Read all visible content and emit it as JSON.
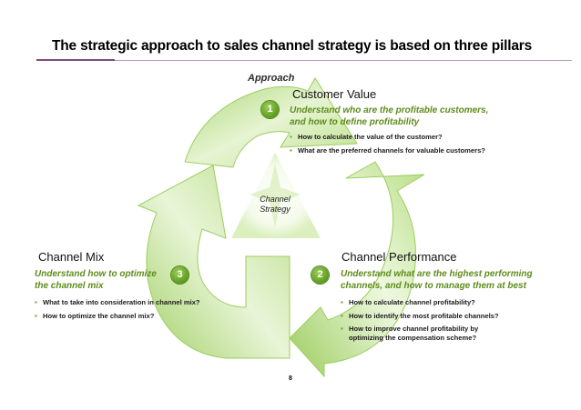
{
  "title": "The strategic approach to sales channel strategy is based on three pillars",
  "approach_label": "Approach",
  "center_label": [
    "Channel",
    "Strategy"
  ],
  "pillars": [
    {
      "number": "1",
      "title": "Customer Value",
      "subtitle": [
        "Understand who are the profitable customers,",
        "and how to define profitability"
      ],
      "bullets": [
        "How to calculate the  value of the customer?",
        "What are the preferred channels for valuable customers?"
      ]
    },
    {
      "number": "2",
      "title": "Channel Performance",
      "subtitle": [
        "Understand what are the highest performing",
        "channels, and how to manage them at best"
      ],
      "bullets": [
        "How to calculate channel profitability?",
        "How to identify the most profitable channels?",
        "How to improve channel profitability by",
        "optimizing the compensation scheme?"
      ]
    },
    {
      "number": "3",
      "title": "Channel Mix",
      "subtitle": [
        "Understand how to optimize",
        "the channel mix"
      ],
      "bullets": [
        "What to take into consideration in channel mix?",
        "How to optimize the channel mix?"
      ]
    }
  ],
  "page_number": "8",
  "colors": {
    "arrow_light": "#e9f5d6",
    "arrow_dark": "#8cc63f",
    "accent_green": "#5e8c1c",
    "title_rule": "#7b4a7e"
  }
}
